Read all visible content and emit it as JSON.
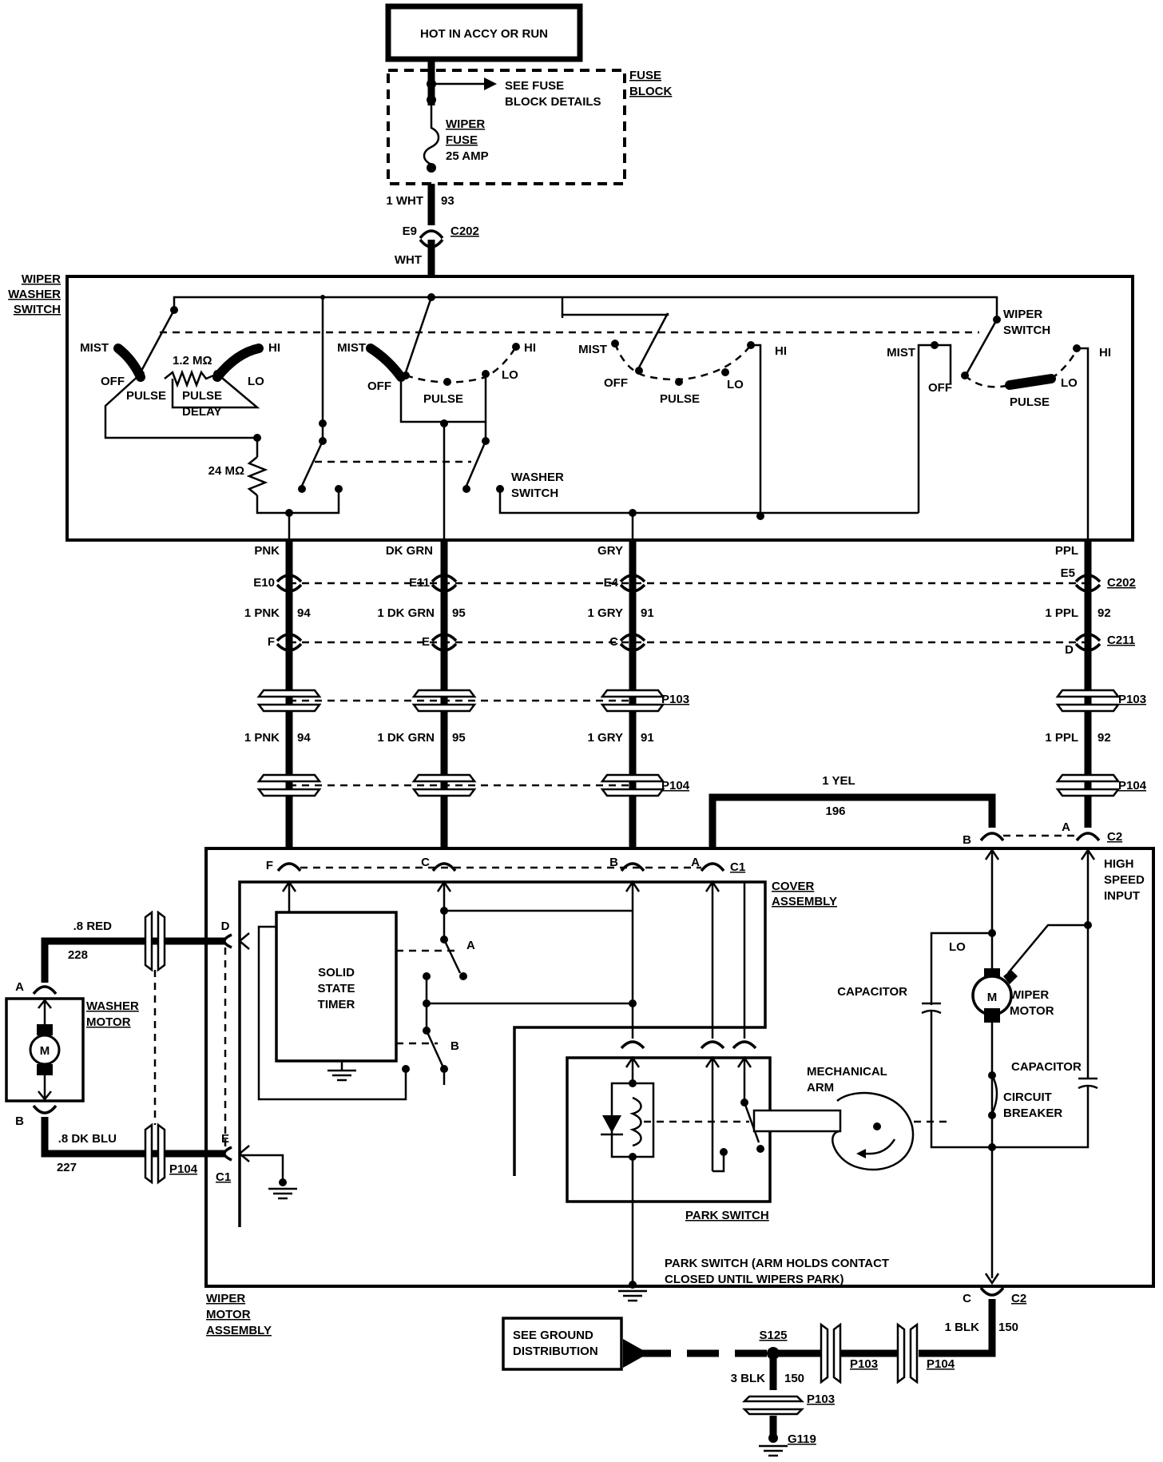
{
  "power": {
    "label": "HOT IN ACCY OR RUN"
  },
  "fuse_block": {
    "title_line1": "FUSE",
    "title_line2": "BLOCK",
    "see_details_line1": "SEE FUSE",
    "see_details_line2": "BLOCK DETAILS",
    "fuse_line1": "WIPER",
    "fuse_line2": "FUSE",
    "fuse_rating": "25 AMP"
  },
  "feed": {
    "wire": "1 WHT",
    "circuit": "93",
    "pin": "E9",
    "connector": "C202",
    "color": "WHT"
  },
  "wiper_washer_switch": {
    "title_line1": "WIPER",
    "title_line2": "WASHER",
    "title_line3": "SWITCH",
    "wiper_switch_line1": "WIPER",
    "wiper_switch_line2": "SWITCH",
    "washer_switch_line1": "WASHER",
    "washer_switch_line2": "SWITCH",
    "mist": "MIST",
    "off": "OFF",
    "pulse": "PULSE",
    "lo": "LO",
    "hi": "HI",
    "pulse_delay_line1": "PULSE",
    "pulse_delay_line2": "DELAY",
    "resistor_1": "1.2 MΩ",
    "resistor_2": "24 MΩ"
  },
  "switch_outputs": [
    {
      "color": "PNK",
      "pin": "E10",
      "wire": "1 PNK",
      "circuit": "94",
      "c211_pin": "F",
      "motor_pin": "F"
    },
    {
      "color": "DK GRN",
      "pin": "E11",
      "wire": "1 DK GRN",
      "circuit": "95",
      "c211_pin": "E",
      "motor_pin": "C"
    },
    {
      "color": "GRY",
      "pin": "E4",
      "wire": "1 GRY",
      "circuit": "91",
      "c211_pin": "C",
      "motor_pin": "B"
    },
    {
      "color": "PPL",
      "pin": "E5",
      "wire": "1 PPL",
      "circuit": "92",
      "c211_pin": "D",
      "motor_pin": "A"
    }
  ],
  "connectors": {
    "c202": "C202",
    "c211": "C211",
    "p103": "P103",
    "p104": "P104",
    "c1": "C1",
    "c2": "C2"
  },
  "yellow_wire": {
    "wire": "1 YEL",
    "circuit": "196",
    "pin_a": "A",
    "pin_b": "B"
  },
  "high_speed_input": {
    "line1": "HIGH",
    "line2": "SPEED",
    "line3": "INPUT"
  },
  "cover_assembly": {
    "line1": "COVER",
    "line2": "ASSEMBLY"
  },
  "timer": {
    "line1": "SOLID",
    "line2": "STATE",
    "line3": "TIMER",
    "switch_a": "A",
    "switch_b": "B"
  },
  "washer_motor": {
    "line1": "WASHER",
    "line2": "MOTOR",
    "pin_a": "A",
    "pin_b": "B",
    "symbol": "M",
    "supply_wire": ".8 RED",
    "supply_circuit": "228",
    "return_wire": ".8 DK BLU",
    "return_circuit": "227",
    "pin_d": "D",
    "pin_e": "E"
  },
  "wiper_motor": {
    "line1": "WIPER",
    "line2": "MOTOR",
    "symbol": "M",
    "lo": "LO",
    "capacitor": "CAPACITOR",
    "breaker_line1": "CIRCUIT",
    "breaker_line2": "BREAKER",
    "pin_c": "C"
  },
  "mechanical_arm": {
    "line1": "MECHANICAL",
    "line2": "ARM"
  },
  "park_switch": {
    "label": "PARK SWITCH",
    "note_line1": "PARK SWITCH (ARM HOLDS CONTACT",
    "note_line2": "CLOSED UNTIL WIPERS PARK)"
  },
  "wiper_motor_assembly": {
    "line1": "WIPER",
    "line2": "MOTOR",
    "line3": "ASSEMBLY"
  },
  "ground": {
    "see_line1": "SEE GROUND",
    "see_line2": "DISTRIBUTION",
    "splice": "S125",
    "ground_id": "G119",
    "main_wire": "1 BLK",
    "main_circuit": "150",
    "branch_wire": "3 BLK",
    "branch_circuit": "150"
  }
}
